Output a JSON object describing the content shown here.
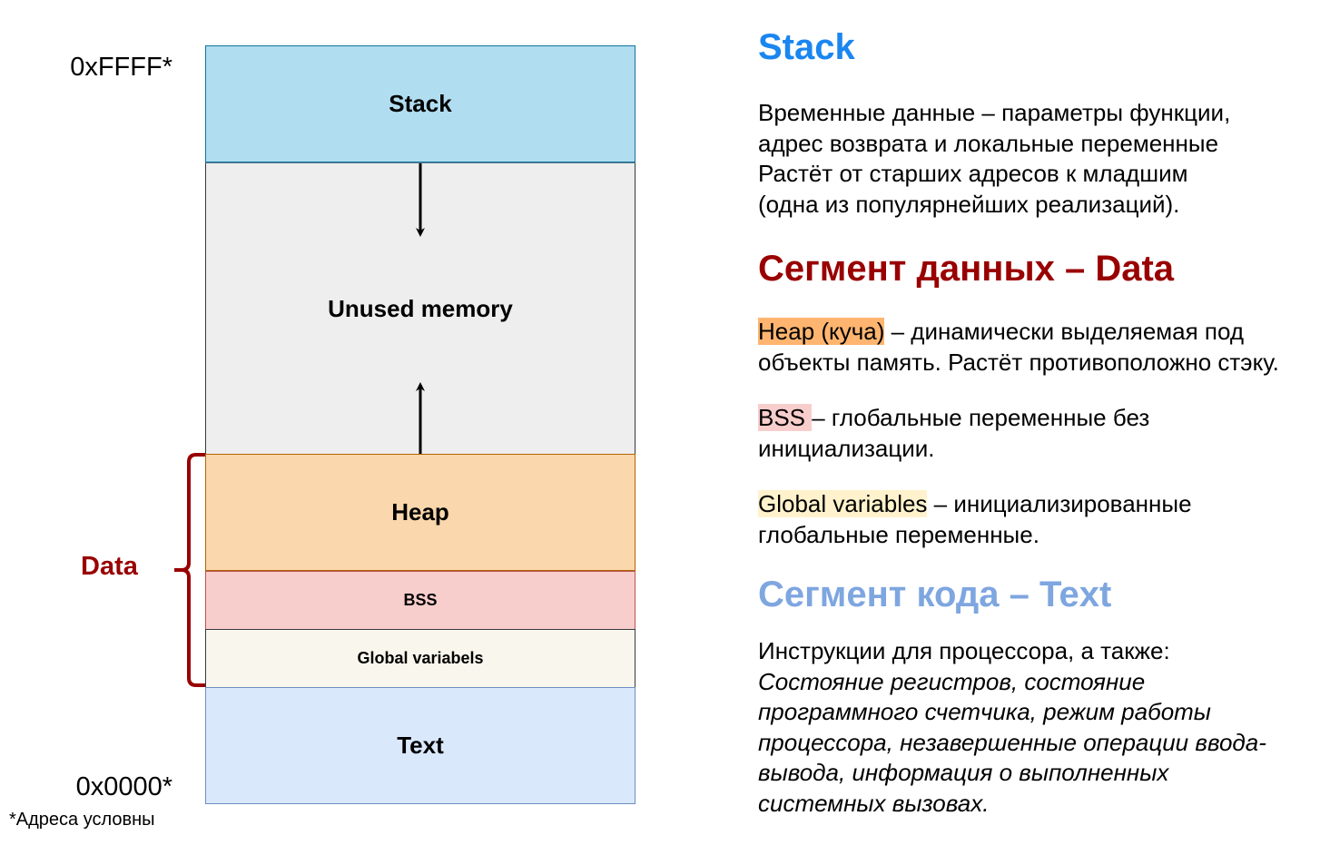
{
  "diagram": {
    "segments": [
      {
        "id": "stack",
        "label": "Stack",
        "color": "#b1ddf0"
      },
      {
        "id": "unused",
        "label": "Unused memory",
        "color": "#eeeeee"
      },
      {
        "id": "heap",
        "label": "Heap",
        "color": "#fad7ac"
      },
      {
        "id": "bss",
        "label": "BSS",
        "color": "#f8cecc"
      },
      {
        "id": "global",
        "label": "Global variabels",
        "color": "#f9f7ed"
      },
      {
        "id": "text",
        "label": "Text",
        "color": "#dae8fc"
      }
    ],
    "address_top": "0xFFFF*",
    "address_bottom": "0x0000*",
    "footnote": "*Адреса условны",
    "data_brace_label": "Data",
    "arrows": [
      {
        "from": "stack",
        "direction": "down"
      },
      {
        "from": "heap",
        "direction": "up"
      }
    ]
  },
  "description": {
    "stack": {
      "title": "Stack",
      "title_color": "#1a86f0",
      "lines": [
        "Временные данные – параметры функции,",
        "адрес возврата и локальные переменные",
        "Растёт от старших адресов к младшим",
        "(одна из популярнейших реализаций)."
      ]
    },
    "data_segment": {
      "title": "Сегмент данных – Data",
      "title_color": "#990000",
      "heap": {
        "term": "Heap (куча)",
        "highlight": "#ffb570",
        "rest_line1": " – динамически выделяемая под",
        "line2": "объекты память. Растёт противоположно стэку."
      },
      "bss": {
        "term": "BSS ",
        "highlight": "#f8cecc",
        "rest_line1": "– глобальные переменные без",
        "line2": "инициализации."
      },
      "global": {
        "term": "Global variables",
        "highlight": "#fff2cc",
        "rest_line1": " – инициализированные",
        "line2": "глобальные переменные."
      }
    },
    "text_segment": {
      "title": "Сегмент кода – Text",
      "title_color": "#7ea6e0",
      "intro": "Инструкции для процессора, а также:",
      "italic_lines": [
        "Состояние регистров, состояние",
        "программного счетчика, режим работы",
        "процессора, незавершенные операции ввода-",
        "вывода, информация о выполненных",
        "системных вызовах."
      ]
    }
  }
}
